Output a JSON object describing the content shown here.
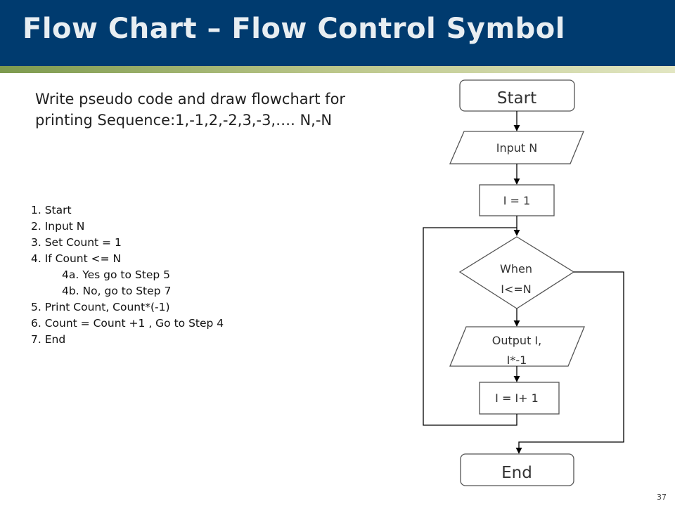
{
  "slide": {
    "title": "Flow Chart – Flow Control Symbol",
    "page_number": "37"
  },
  "problem": {
    "line1": "Write pseudo code and draw flowchart for",
    "line2": "printing Sequence:1,-1,2,-2,3,-3,…. N,-N"
  },
  "pseudocode": [
    {
      "text": "1. Start",
      "indent": false
    },
    {
      "text": "2. Input N",
      "indent": false
    },
    {
      "text": "3. Set Count = 1",
      "indent": false
    },
    {
      "text": "4. If Count <= N",
      "indent": false
    },
    {
      "text": "4a. Yes go to Step 5",
      "indent": true
    },
    {
      "text": "4b. No, go to Step 7",
      "indent": true
    },
    {
      "text": "5. Print Count, Count*(-1)",
      "indent": false
    },
    {
      "text": "6. Count = Count +1  , Go to Step 4",
      "indent": false
    },
    {
      "text": "7. End",
      "indent": false
    }
  ],
  "flowchart": {
    "start": "Start",
    "input": "Input N",
    "init": "I = 1",
    "decision_line1": "When",
    "decision_line2": "I<=N",
    "output_line1": "Output I,",
    "output_line2": "I*-1",
    "increment": "I =  I+ 1",
    "end": "End"
  }
}
